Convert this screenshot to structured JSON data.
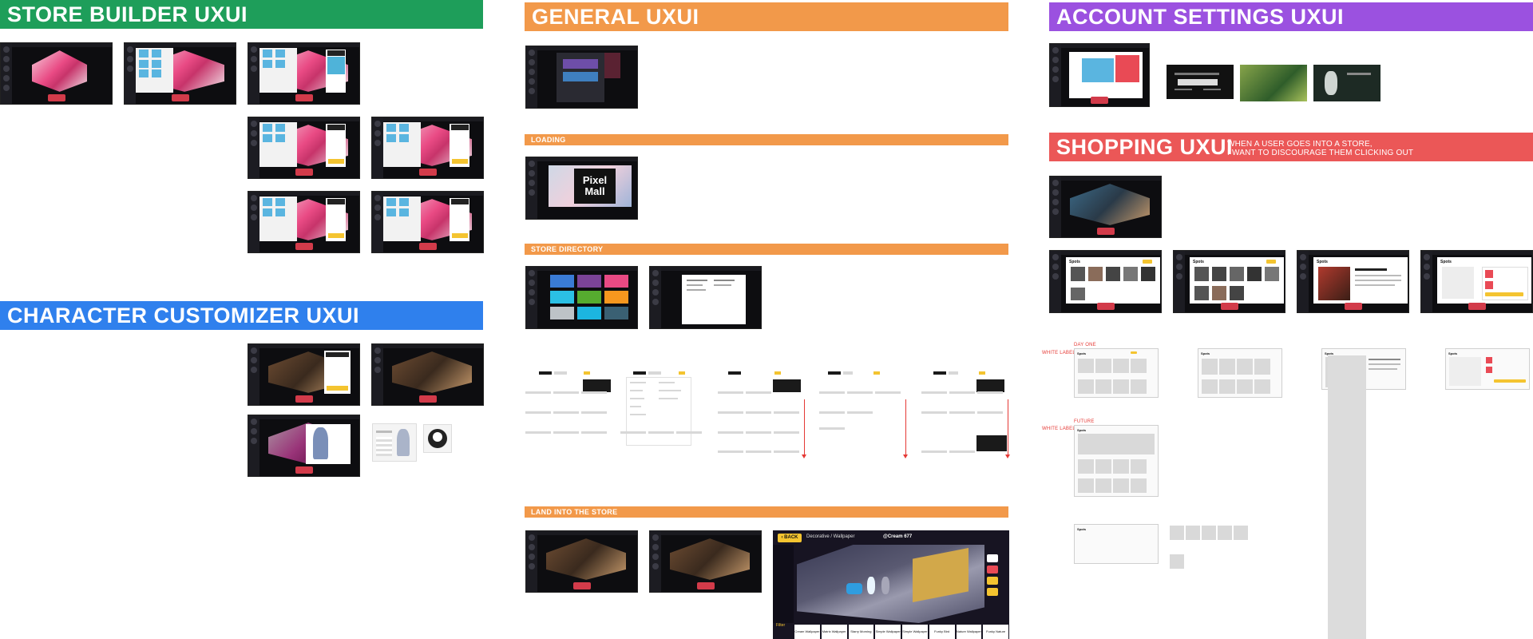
{
  "sections": {
    "store_builder": {
      "title": "STORE BUILDER UXUI",
      "color": "#1e9e5a"
    },
    "character_customizer": {
      "title": "CHARACTER CUSTOMIZER UXUI",
      "color": "#2f80ed"
    },
    "general": {
      "title": "GENERAL UXUI",
      "color": "#f2994a"
    },
    "loading": {
      "title": "LOADING",
      "color": "#f2994a"
    },
    "store_directory": {
      "title": "STORE DIRECTORY",
      "color": "#f2994a"
    },
    "land_into_store": {
      "title": "LAND INTO THE STORE",
      "color": "#f2994a"
    },
    "account_settings": {
      "title": "ACCOUNT SETTINGS UXUI",
      "color": "#9b51e0"
    },
    "shopping": {
      "title": "SHOPPING UXUI",
      "color": "#eb5757",
      "note_line1": "WHEN A USER GOES INTO A STORE,",
      "note_line2": "I WANT TO DISCOURAGE THEM CLICKING OUT"
    }
  },
  "labels": {
    "white_label_1": "WHITE LABEL",
    "day_one": "DAY ONE",
    "future": "FUTURE",
    "white_label_2": "WHITE LABEL"
  },
  "shop_store_name": "Spots",
  "loading_logo_line1": "Pixel",
  "loading_logo_line2": "Mall",
  "game": {
    "back_label": "BACK",
    "breadcrumb": "Decorative / Wallpaper",
    "store_tag": "@Cream 677",
    "filter_label": "Filter",
    "wallpapers": [
      "Cream Wallpaper",
      "Matrix Wallpaper",
      "Starry Morning",
      "Simple Wallpaper",
      "Simple Wallpaper",
      "Funky Bird",
      "Nature Wallpaper",
      "Funky Nature"
    ]
  },
  "colors": {
    "accent_yellow": "#f4c430",
    "dock_red": "#d23b4a",
    "annotation_red": "#e53935"
  }
}
